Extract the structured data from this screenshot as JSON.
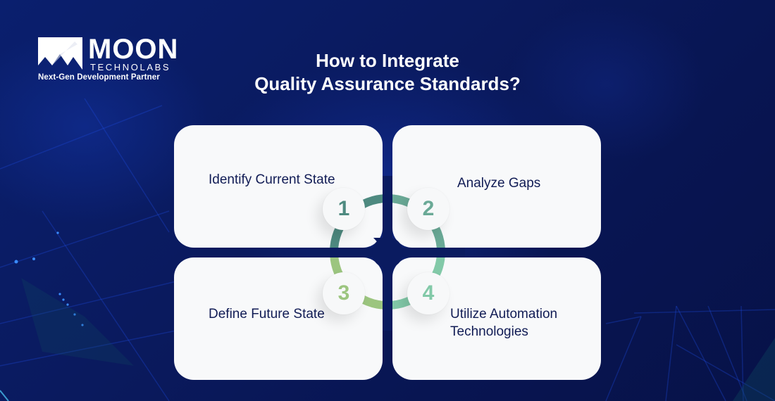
{
  "logo": {
    "brand_primary": "MOON",
    "brand_secondary": "TECHNOLABS",
    "tagline": "Next-Gen Development Partner",
    "icon": "mountain-logo-icon"
  },
  "title": {
    "line1": "How to Integrate",
    "line2": "Quality Assurance Standards?"
  },
  "steps": [
    {
      "number": "1",
      "label": "Identify Current State",
      "color": "#4e8a80"
    },
    {
      "number": "2",
      "label": "Analyze Gaps",
      "color": "#6aa996"
    },
    {
      "number": "3",
      "label": "Define Future State",
      "color": "#9cc57f"
    },
    {
      "number": "4",
      "label": "Utilize Automation Technologies",
      "color": "#82c9a8"
    }
  ],
  "colors": {
    "background": "#0a1a5e",
    "card": "#f8f9fa",
    "card_text": "#111c55",
    "title_text": "#ffffff"
  }
}
